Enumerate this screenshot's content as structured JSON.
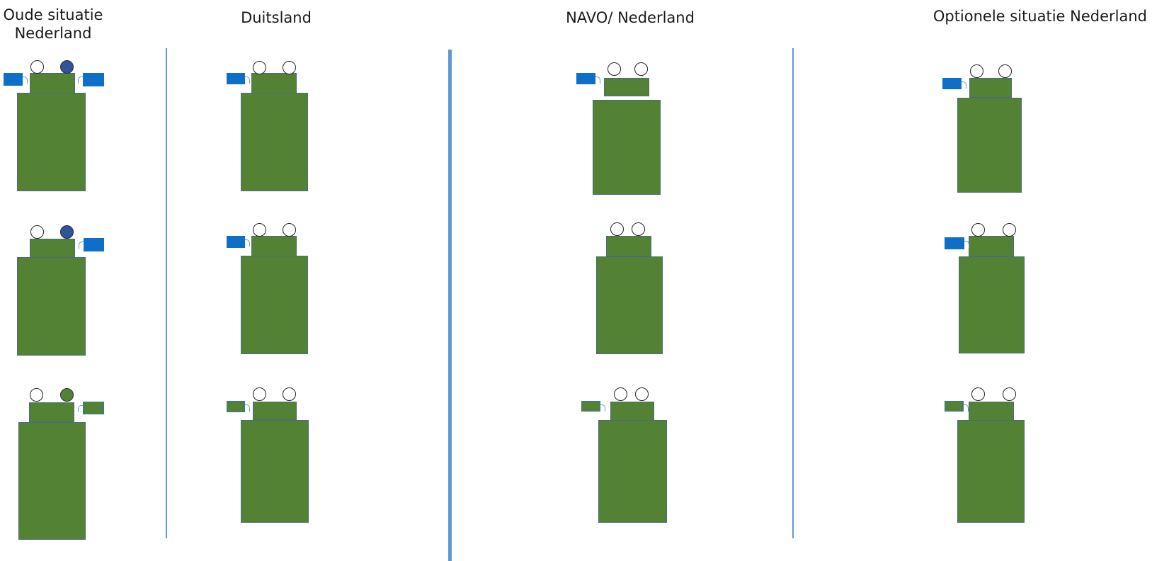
{
  "columns": [
    {
      "id": "oude-situatie-nederland",
      "title": "Oude situatie\nNederland"
    },
    {
      "id": "duitsland",
      "title": "Duitsland"
    },
    {
      "id": "navo-nederland",
      "title": "NAVO/ Nederland"
    },
    {
      "id": "optionele-situatie-nederland",
      "title": "Optionele situatie Nederland"
    }
  ],
  "colors": {
    "tower_fill": "#548235",
    "tower_border": "#4d6b7a",
    "flag_blue": "#0f6fc6",
    "flag_green": "#548235",
    "wheel_white": "#ffffff",
    "wheel_dark_blue": "#2f5597",
    "wheel_green": "#548235",
    "divider": "#5b9bd5"
  },
  "figures": [
    {
      "column": 0,
      "row": 0,
      "wheels": [
        "white",
        "dark_blue"
      ],
      "flags": [
        {
          "side": "left",
          "color": "blue"
        },
        {
          "side": "right",
          "color": "blue"
        }
      ]
    },
    {
      "column": 0,
      "row": 1,
      "wheels": [
        "white",
        "dark_blue"
      ],
      "flags": [
        {
          "side": "right",
          "color": "blue"
        }
      ]
    },
    {
      "column": 0,
      "row": 2,
      "wheels": [
        "white",
        "green"
      ],
      "flags": [
        {
          "side": "right",
          "color": "green"
        }
      ]
    },
    {
      "column": 1,
      "row": 0,
      "wheels": [
        "white",
        "white"
      ],
      "flags": [
        {
          "side": "left",
          "color": "blue"
        }
      ]
    },
    {
      "column": 1,
      "row": 1,
      "wheels": [
        "white",
        "white"
      ],
      "flags": [
        {
          "side": "left",
          "color": "blue"
        }
      ]
    },
    {
      "column": 1,
      "row": 2,
      "wheels": [
        "white",
        "white"
      ],
      "flags": [
        {
          "side": "left",
          "color": "green"
        }
      ]
    },
    {
      "column": 2,
      "row": 0,
      "wheels": [
        "white",
        "white"
      ],
      "flags": [
        {
          "side": "left",
          "color": "blue"
        }
      ]
    },
    {
      "column": 2,
      "row": 1,
      "wheels": [
        "white",
        "white"
      ],
      "flags": []
    },
    {
      "column": 2,
      "row": 2,
      "wheels": [
        "white",
        "white"
      ],
      "flags": [
        {
          "side": "left",
          "color": "green"
        }
      ]
    },
    {
      "column": 3,
      "row": 0,
      "wheels": [
        "white",
        "white"
      ],
      "flags": [
        {
          "side": "left",
          "color": "blue"
        }
      ]
    },
    {
      "column": 3,
      "row": 1,
      "wheels": [
        "white",
        "white"
      ],
      "flags": [
        {
          "side": "left",
          "color": "blue"
        }
      ]
    },
    {
      "column": 3,
      "row": 2,
      "wheels": [
        "white",
        "white"
      ],
      "flags": [
        {
          "side": "left",
          "color": "green"
        }
      ]
    }
  ]
}
